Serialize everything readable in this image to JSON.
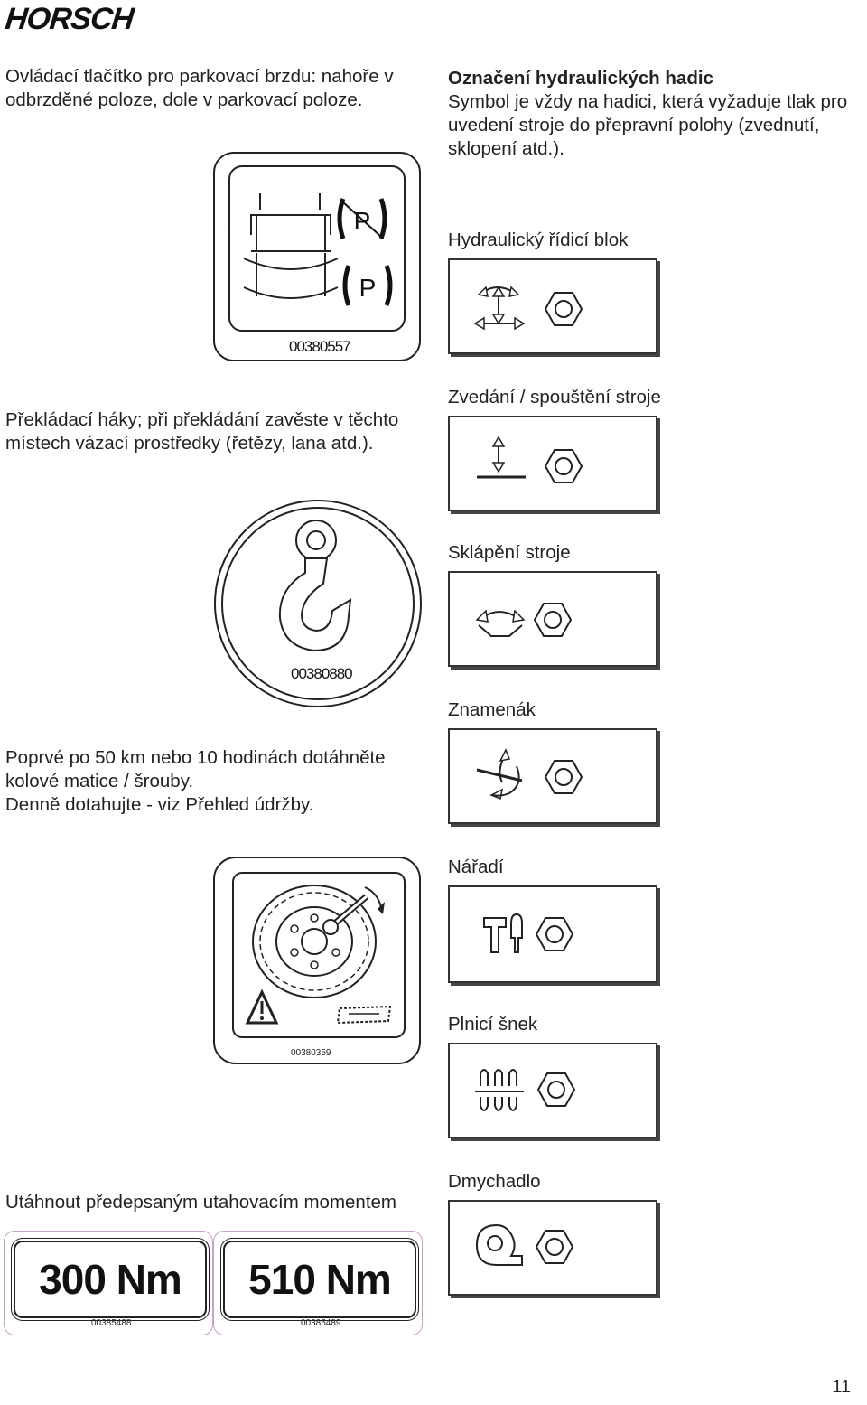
{
  "brand": {
    "logo_text": "HORSCH"
  },
  "parking_brake": {
    "text": "Ovládací tlačítko pro parkovací brzdu: nahoře v odbrzděné poloze, dole v parkovací poloze.",
    "decal_code": "00380557",
    "symbol_letter_top": "P",
    "symbol_letter_bottom": "P"
  },
  "hydraulic": {
    "heading": "Označení hydraulických hadic",
    "text": "Symbol je vždy na hadici, která vyžaduje tlak pro uvedení stroje do přepravní polohy (zvednutí, sklopení atd.).",
    "labels": [
      "Hydraulický řídicí blok",
      "Zvedání / spouštění stroje",
      "Sklápění stroje",
      "Znamenák",
      "Nářadí",
      "Plnicí šnek",
      "Dmychadlo"
    ]
  },
  "lifting_hooks": {
    "text": "Překládací háky; při překládání zavěste v těchto místech vázací prostředky (řetězy, lana atd.).",
    "decal_code": "00380880"
  },
  "wheel_nuts": {
    "text_line1": "Poprvé po 50 km nebo 10 hodinách dotáhněte kolové matice / šrouby.",
    "text_line2": "Denně dotahujte - viz Přehled údržby.",
    "decal_code": "00380359"
  },
  "torque": {
    "text": "Utáhnout předepsaným utahovacím momentem",
    "decals": [
      {
        "value": "300 Nm",
        "code": "00385488"
      },
      {
        "value": "510 Nm",
        "code": "00385489"
      }
    ]
  },
  "page_number": "11"
}
